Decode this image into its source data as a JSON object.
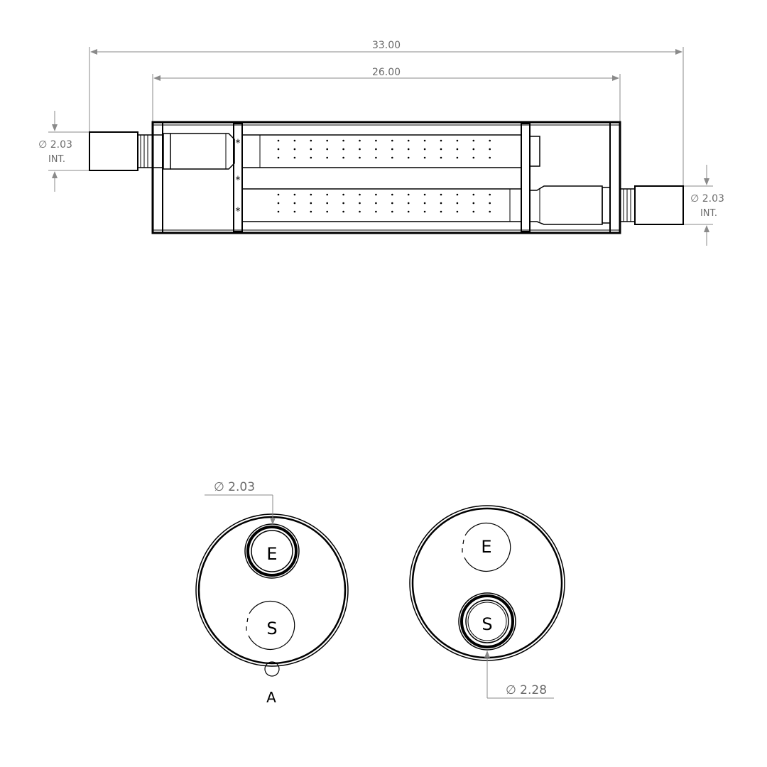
{
  "dimensions": {
    "overall_length": "33.00",
    "body_length": "26.00",
    "inlet_left_diameter": "∅ 2.03",
    "inlet_left_note": "INT.",
    "outlet_right_diameter": "∅ 2.03",
    "outlet_right_note": "INT.",
    "end_view_left_diameter": "∅ 2.03",
    "end_view_right_diameter": "∅ 2.28"
  },
  "labels": {
    "port_e": "E",
    "port_s": "S",
    "detail_a": "A"
  }
}
